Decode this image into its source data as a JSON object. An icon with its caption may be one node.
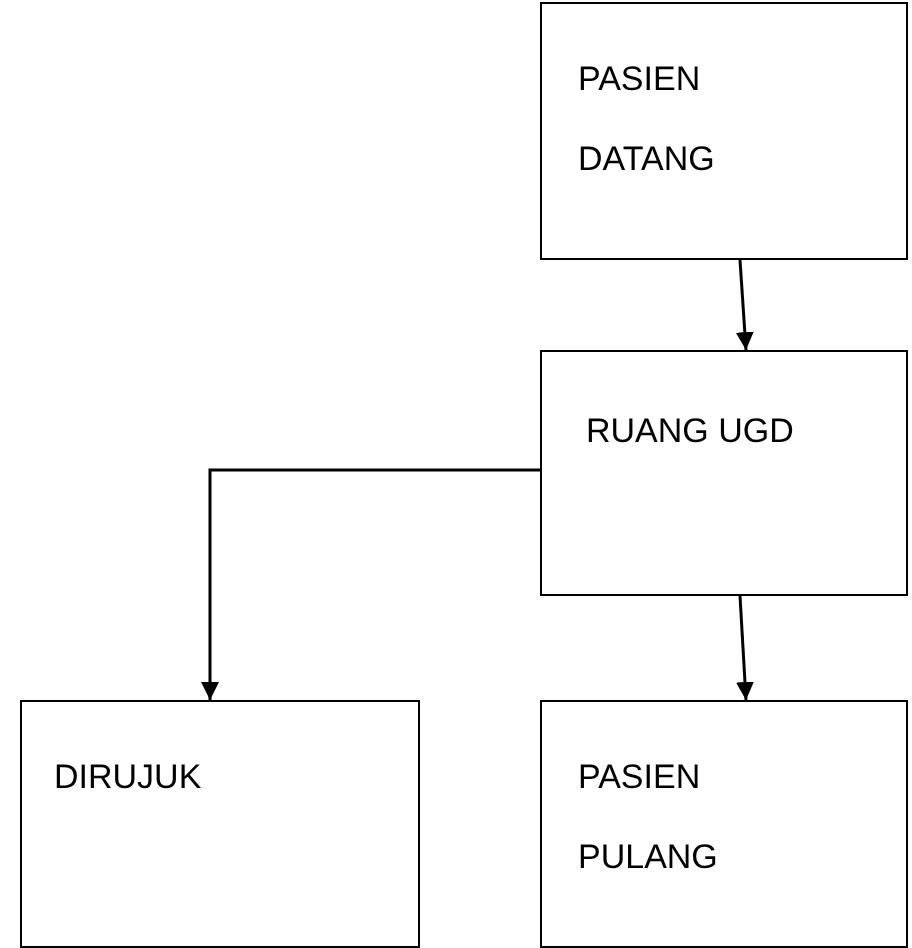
{
  "diagram": {
    "nodes": [
      {
        "text": [
          "PASIEN DATANG"
        ]
      },
      {
        "text": [
          "RUANG UGD"
        ]
      },
      {
        "text": [
          "DIRUJUK"
        ]
      },
      {
        "text": [
          "PASIEN PULANG"
        ]
      }
    ],
    "edges": [
      {
        "from": 0,
        "to": 1,
        "arrow": "to"
      },
      {
        "from": 1,
        "to": 2,
        "arrow": "to"
      },
      {
        "from": 1,
        "to": 3,
        "arrow": "to"
      }
    ]
  }
}
